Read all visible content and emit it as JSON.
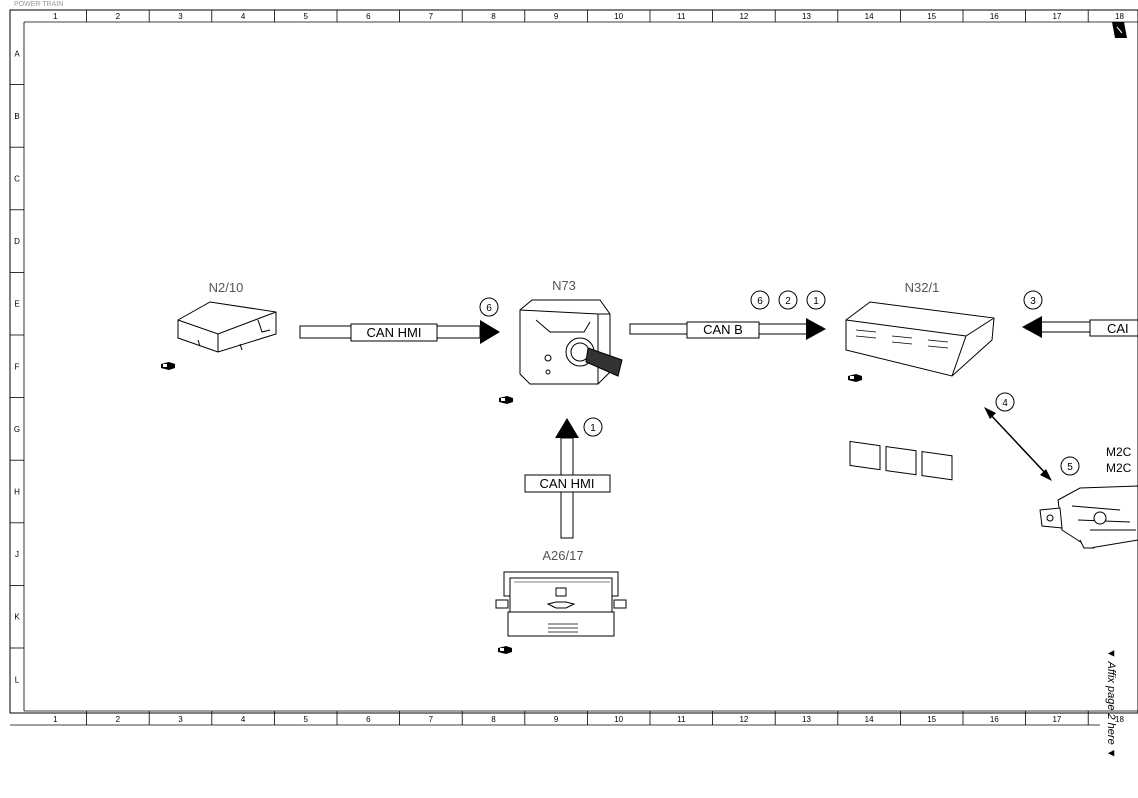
{
  "frame": {
    "top_label": "POWER TRAIN",
    "columns": [
      "1",
      "2",
      "3",
      "4",
      "5",
      "6",
      "7",
      "8",
      "9",
      "10",
      "11",
      "12",
      "13",
      "14",
      "15",
      "16",
      "17",
      "18"
    ],
    "rows": [
      "A",
      "B",
      "C",
      "D",
      "E",
      "F",
      "G",
      "H",
      "J",
      "K",
      "L"
    ],
    "affix_note": "▼ Affix page 2 here ▼"
  },
  "components": {
    "n2_10": "N2/10",
    "n73": "N73",
    "n32_1": "N32/1",
    "a26_17": "A26/17",
    "m20_line1": "M2C",
    "m20_line2": "M2C"
  },
  "buses": {
    "can_hmi_left": "CAN HMI",
    "can_b": "CAN B",
    "can_hmi_vertical": "CAN HMI",
    "can_right": "CAI"
  },
  "callouts": {
    "c_n73": "6",
    "c_canb_1": "6",
    "c_canb_2": "2",
    "c_canb_3": "1",
    "c_right": "3",
    "c_diag_1": "4",
    "c_diag_2": "5",
    "c_vert": "1"
  },
  "icons": [
    "pointing-hand-icon",
    "corner-marker-icon"
  ]
}
